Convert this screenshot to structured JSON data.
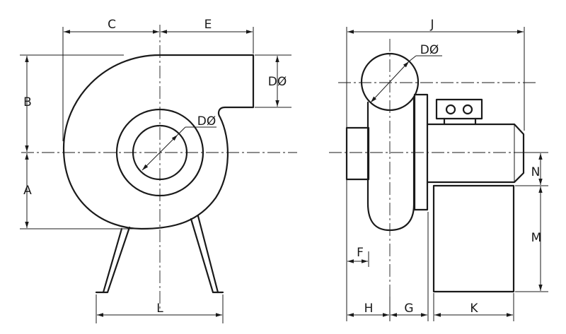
{
  "labels": {
    "c": "C",
    "e": "E",
    "j": "J",
    "b": "B",
    "a": "A",
    "l": "L",
    "d_outlet_front": "DØ",
    "d_inlet_front": "DØ",
    "d_outlet_side": "DØ",
    "n": "N",
    "m": "M",
    "f": "F",
    "h": "H",
    "g": "G",
    "k": "K"
  },
  "colors": {
    "line": "#1a1a1a",
    "background": "#ffffff"
  }
}
